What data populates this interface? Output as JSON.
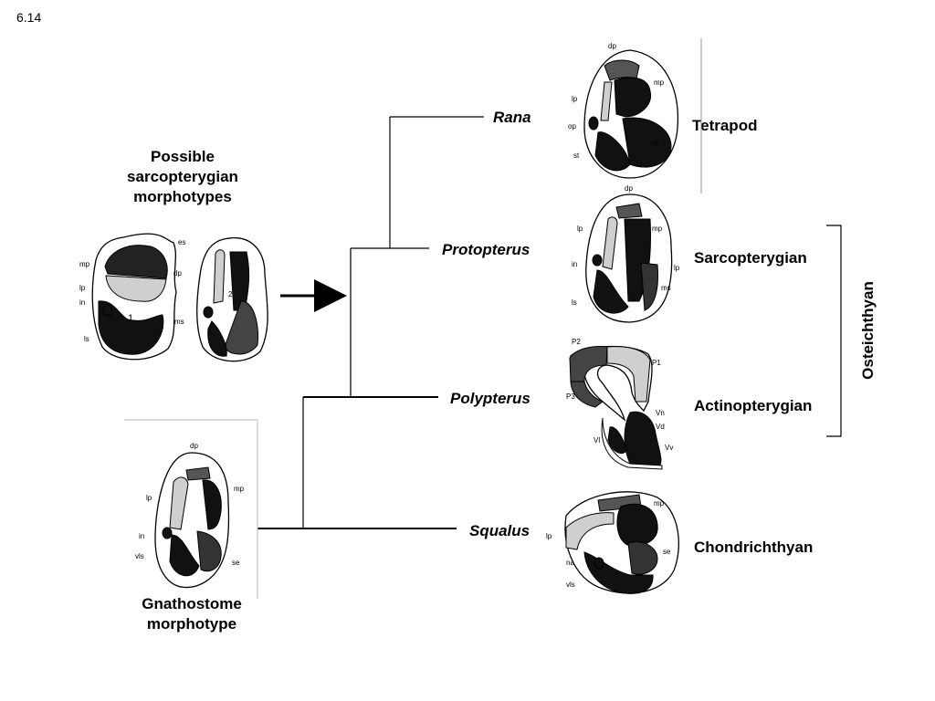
{
  "slide_number": "6.14",
  "left_heading": {
    "line1": "Possible",
    "line2": "sarcopterygian",
    "line3": "morphotypes"
  },
  "bottom_heading": {
    "line1": "Gnathostome",
    "line2": "morphotype"
  },
  "taxa": {
    "rana": "Rana",
    "protopterus": "Protopterus",
    "polypterus": "Polypterus",
    "squalus": "Squalus"
  },
  "groups": {
    "tetrapod": "Tetrapod",
    "sarcopterygian": "Sarcopterygian",
    "actinopterygian": "Actinopterygian",
    "chondrichthyan": "Chondrichthyan",
    "osteichthyan": "Osteichthyan"
  },
  "diagram_labels": {
    "sarco_morph": {
      "es": "es",
      "mp": "mp",
      "dp": "dp",
      "lp": "lp",
      "in": "in",
      "ms": "ms",
      "ls": "ls",
      "n1": "1",
      "n2": "2"
    },
    "rana": {
      "dp": "dp",
      "mp": "mp",
      "lp": "lp",
      "op": "op",
      "se": "se",
      "st": "st"
    },
    "protopterus": {
      "dp": "dp",
      "lp": "lp",
      "mp": "mp",
      "in": "in",
      "ls": "ls",
      "ms": "ms",
      "lp2": "lp"
    },
    "polypterus": {
      "p2": "P2",
      "p1": "P1",
      "p3": "P3",
      "vn": "Vn",
      "vd": "Vd",
      "vl": "Vl",
      "vv": "Vv"
    },
    "squalus": {
      "mp": "mp",
      "lp": "lp",
      "se": "se",
      "na": "na",
      "vls": "vls"
    },
    "gnatho": {
      "dp": "dp",
      "lp": "lp",
      "mp": "mp",
      "in": "in",
      "vls": "vls",
      "se": "se"
    }
  },
  "colors": {
    "dark": "#111111",
    "mid": "#555555",
    "light": "#cfcfcf"
  }
}
